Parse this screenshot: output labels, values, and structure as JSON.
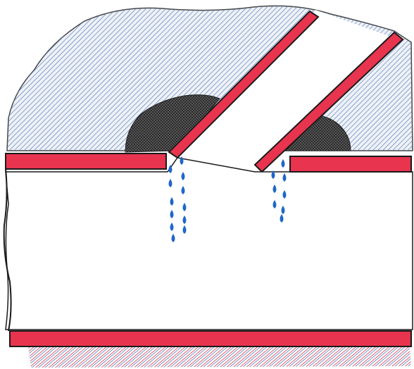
{
  "diagram": {
    "type": "pipe-branch-connection-leak-illustration",
    "colors": {
      "soil_hatch": "#5f7fb8",
      "soil_fill": "#e9eef7",
      "pipe_wall": "#e8344e",
      "pipe_outline": "#1a1a1a",
      "pipe_interior": "#ffffff",
      "sediment": "#3b3b3b",
      "water_drops": "#1f67c9",
      "bottom_hatch": "#d2384c"
    },
    "elements": [
      "soil",
      "main-pipe",
      "branch-pipe",
      "sediment-deposits",
      "leaking-water-drops"
    ]
  }
}
